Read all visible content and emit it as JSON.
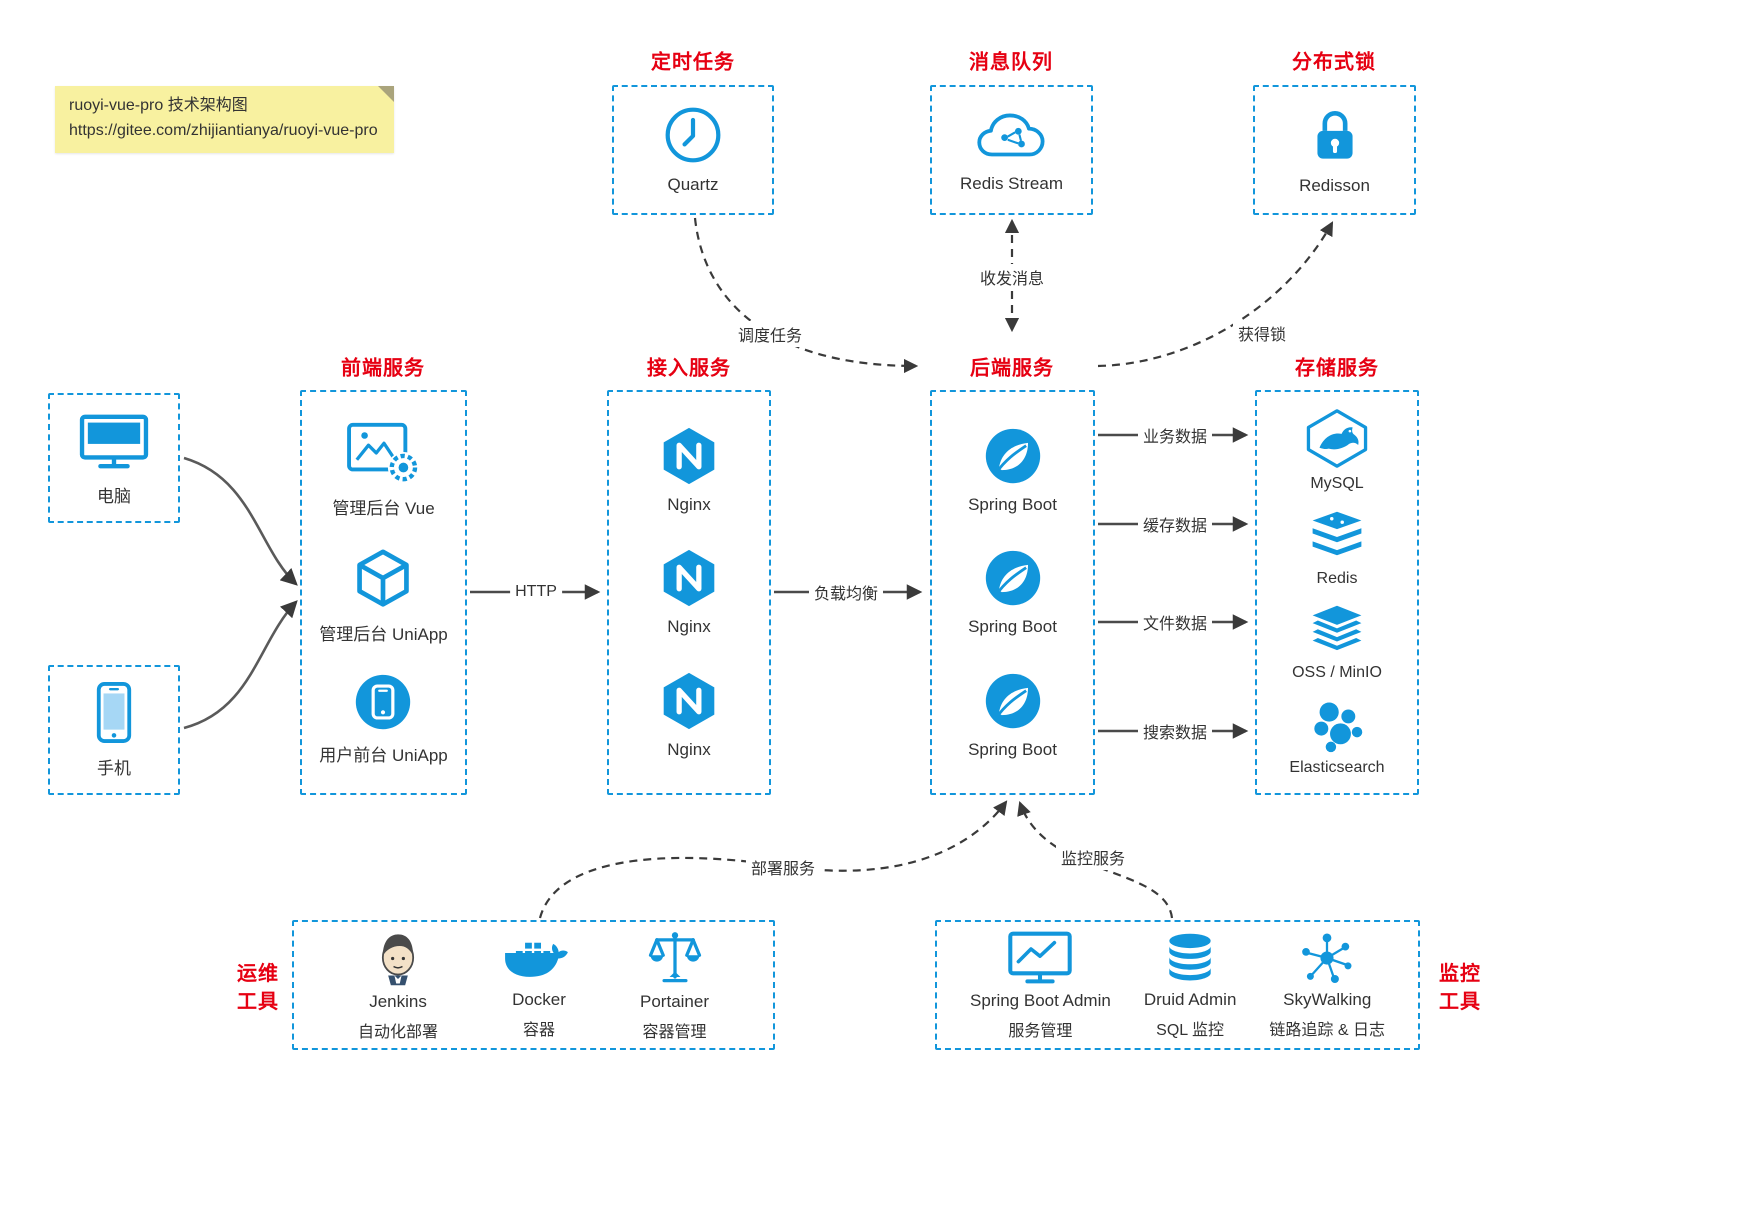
{
  "note": {
    "line1": "ruoyi-vue-pro 技术架构图",
    "line2": "https://gitee.com/zhijiantianya/ruoyi-vue-pro"
  },
  "top": {
    "quartz": {
      "title": "定时任务",
      "label": "Quartz",
      "icon": "clock-icon"
    },
    "mq": {
      "title": "消息队列",
      "label": "Redis Stream",
      "icon": "cloud-stream-icon"
    },
    "lock": {
      "title": "分布式锁",
      "label": "Redisson",
      "icon": "padlock-icon"
    }
  },
  "clients": {
    "pc": {
      "label": "电脑",
      "icon": "desktop-icon"
    },
    "mobile": {
      "label": "手机",
      "icon": "smartphone-icon"
    }
  },
  "frontend": {
    "title": "前端服务",
    "items": [
      {
        "label": "管理后台 Vue",
        "icon": "admin-screen-gear-icon"
      },
      {
        "label": "管理后台 UniApp",
        "icon": "cube-icon"
      },
      {
        "label": "用户前台 UniApp",
        "icon": "phone-circle-icon"
      }
    ]
  },
  "gateway": {
    "title": "接入服务",
    "items": [
      {
        "label": "Nginx",
        "icon": "nginx-icon"
      },
      {
        "label": "Nginx",
        "icon": "nginx-icon"
      },
      {
        "label": "Nginx",
        "icon": "nginx-icon"
      }
    ]
  },
  "backend": {
    "title": "后端服务",
    "items": [
      {
        "label": "Spring Boot",
        "icon": "spring-icon"
      },
      {
        "label": "Spring Boot",
        "icon": "spring-icon"
      },
      {
        "label": "Spring Boot",
        "icon": "spring-icon"
      }
    ]
  },
  "storage": {
    "title": "存储服务",
    "items": [
      {
        "label": "MySQL",
        "icon": "mysql-icon"
      },
      {
        "label": "Redis",
        "icon": "redis-icon"
      },
      {
        "label": "OSS / MinIO",
        "icon": "object-storage-icon"
      },
      {
        "label": "Elasticsearch",
        "icon": "elasticsearch-icon"
      }
    ]
  },
  "ops": {
    "title_line1": "运维",
    "title_line2": "工具",
    "items": [
      {
        "label": "Jenkins",
        "sub": "自动化部署",
        "icon": "jenkins-icon"
      },
      {
        "label": "Docker",
        "sub": "容器",
        "icon": "docker-whale-icon"
      },
      {
        "label": "Portainer",
        "sub": "容器管理",
        "icon": "scales-icon"
      }
    ]
  },
  "monitoring": {
    "title_line1": "监控",
    "title_line2": "工具",
    "items": [
      {
        "label": "Spring Boot Admin",
        "sub": "服务管理",
        "icon": "admin-monitor-icon"
      },
      {
        "label": "Druid Admin",
        "sub": "SQL 监控",
        "icon": "database-icon"
      },
      {
        "label": "SkyWalking",
        "sub": "链路追踪 & 日志",
        "icon": "network-graph-icon"
      }
    ]
  },
  "edges": {
    "http": "HTTP",
    "load_balance": "负载均衡",
    "business_data": "业务数据",
    "cache_data": "缓存数据",
    "file_data": "文件数据",
    "search_data": "搜索数据",
    "schedule_task": "调度任务",
    "send_receive_message": "收发消息",
    "acquire_lock": "获得锁",
    "deploy_service": "部署服务",
    "monitor_service": "监控服务"
  },
  "colors": {
    "accent_blue": "#1296db",
    "title_red": "#e60012",
    "note_yellow": "#f8f1a0",
    "arrow_gray": "#3a3a3a"
  }
}
